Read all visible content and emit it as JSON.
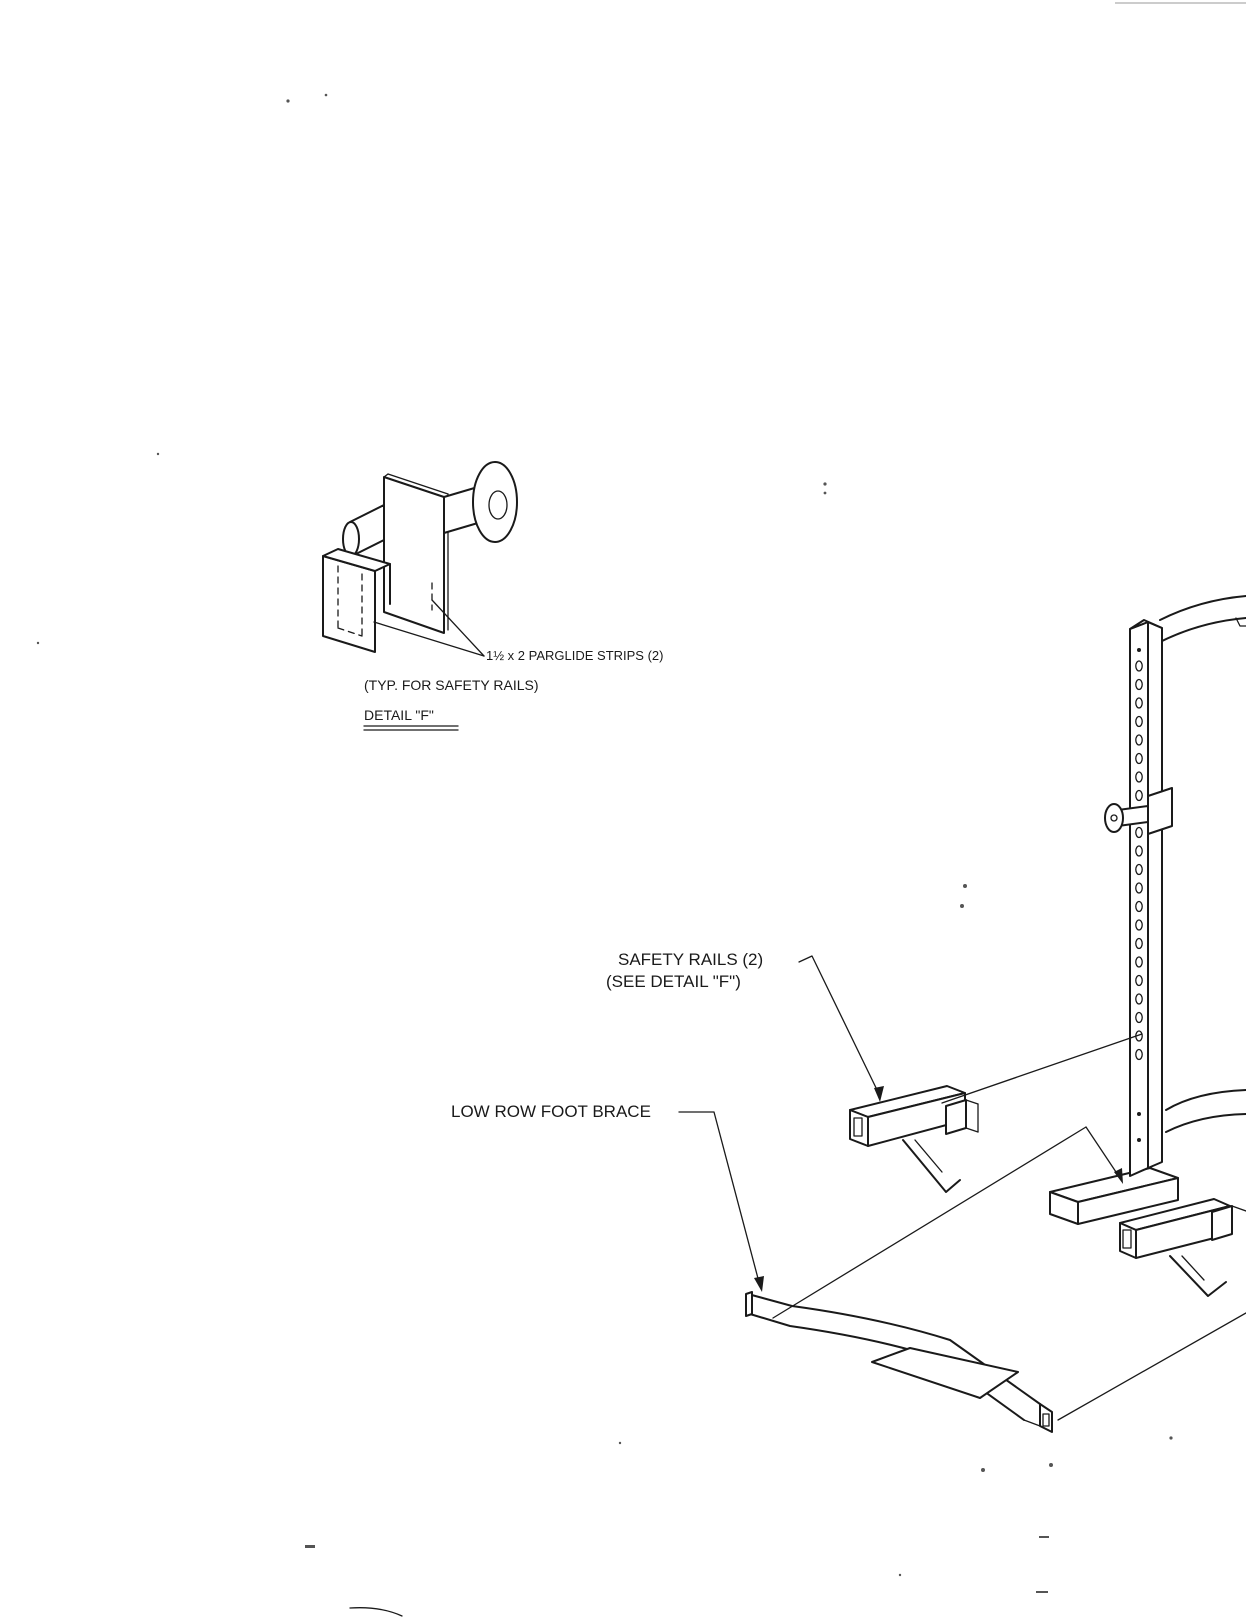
{
  "detail": {
    "callout": "1½ x 2  PARGLIDE STRIPS (2)",
    "note": "(TYP. FOR SAFETY RAILS)",
    "title": "DETAIL \"F\""
  },
  "labels": {
    "safety_rails": "SAFETY RAILS (2)",
    "safety_rails_ref": "(SEE DETAIL \"F\")",
    "foot_brace": "LOW ROW FOOT BRACE"
  }
}
